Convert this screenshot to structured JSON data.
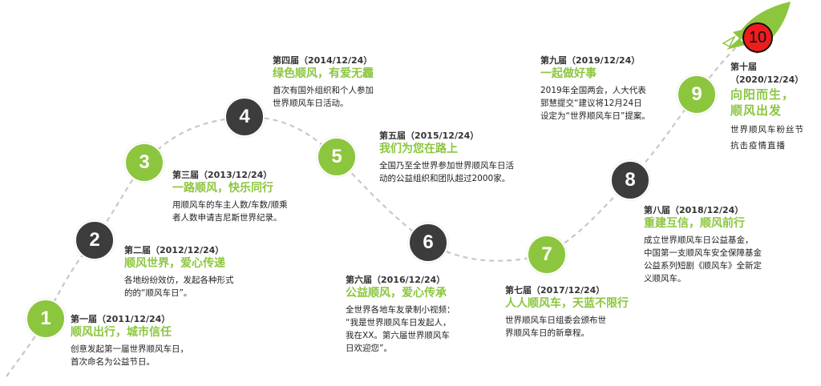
{
  "colors": {
    "green": "#8cc63f",
    "dark": "#3c3c3c",
    "red": "#ee1c1c",
    "curve": "#c8c8c8"
  },
  "milestones": [
    {
      "num": "1",
      "edition": "第一届（2011/12/24）",
      "title": "顺风出行，城市信任",
      "desc": [
        "创意发起第一届世界顺风车日，",
        "首次命名为公益节日。"
      ],
      "style": "green"
    },
    {
      "num": "2",
      "edition": "第二届（2012/12/24）",
      "title": "顺风世界，爱心传递",
      "desc": [
        "各地纷纷效仿，发起各种形式",
        "的的“顺风车日”。"
      ],
      "style": "dark"
    },
    {
      "num": "3",
      "edition": "第三届（2013/12/24）",
      "title": "一路顺风，快乐同行",
      "desc": [
        "用顺风车的车主人数/车数/顺乘",
        "者人数申请吉尼斯世界纪录。"
      ],
      "style": "green"
    },
    {
      "num": "4",
      "edition": "第四届（2014/12/24）",
      "title": "绿色顺风，有爱无霾",
      "desc": [
        "首次有国外组织和个人参加",
        "世界顺风车日活动。"
      ],
      "style": "dark"
    },
    {
      "num": "5",
      "edition": "第五届（2015/12/24）",
      "title": "我们为您在路上",
      "desc": [
        "全国乃至全世界参加世界顺风车日活",
        "动的公益组织和团队超过2000家。"
      ],
      "style": "green"
    },
    {
      "num": "6",
      "edition": "第六届（2016/12/24）",
      "title": "公益顺风，爱心传承",
      "desc": [
        "全世界各地车友录制小视频：",
        "“我是世界顺风车日发起人，",
        "我在XX。第六届世界顺风车",
        "日欢迎您”。"
      ],
      "style": "dark"
    },
    {
      "num": "7",
      "edition": "第七届（2017/12/24）",
      "title": "人人顺风车，天蓝不限行",
      "desc": [
        "世界顺风车日组委会颁布世",
        "界顺风车日的新章程。"
      ],
      "style": "green"
    },
    {
      "num": "8",
      "edition": "第八届（2018/12/24）",
      "title": "重建互信，顺风前行",
      "desc": [
        "成立世界顺风车日公益基金，",
        "中国第一支顺风车安全保障基金",
        "公益系列短剧《顺风车》全新定",
        "义顺风车。"
      ],
      "style": "dark"
    },
    {
      "num": "9",
      "edition": "第九届（2019/12/24）",
      "title": "一起做好事",
      "desc": [
        "2019年全国两会，人大代表",
        "郅慧提交“建议将12月24日",
        "设定为“世界顺风车日”提案。"
      ],
      "style": "green"
    },
    {
      "num": "10",
      "edition": "第十届",
      "edition_date": "（2020/12/24）",
      "title": [
        "向阳而生，",
        "顺风出发"
      ],
      "desc": [
        "世界顺风车粉丝节",
        "抗击疫情直播"
      ],
      "style": "red"
    }
  ]
}
